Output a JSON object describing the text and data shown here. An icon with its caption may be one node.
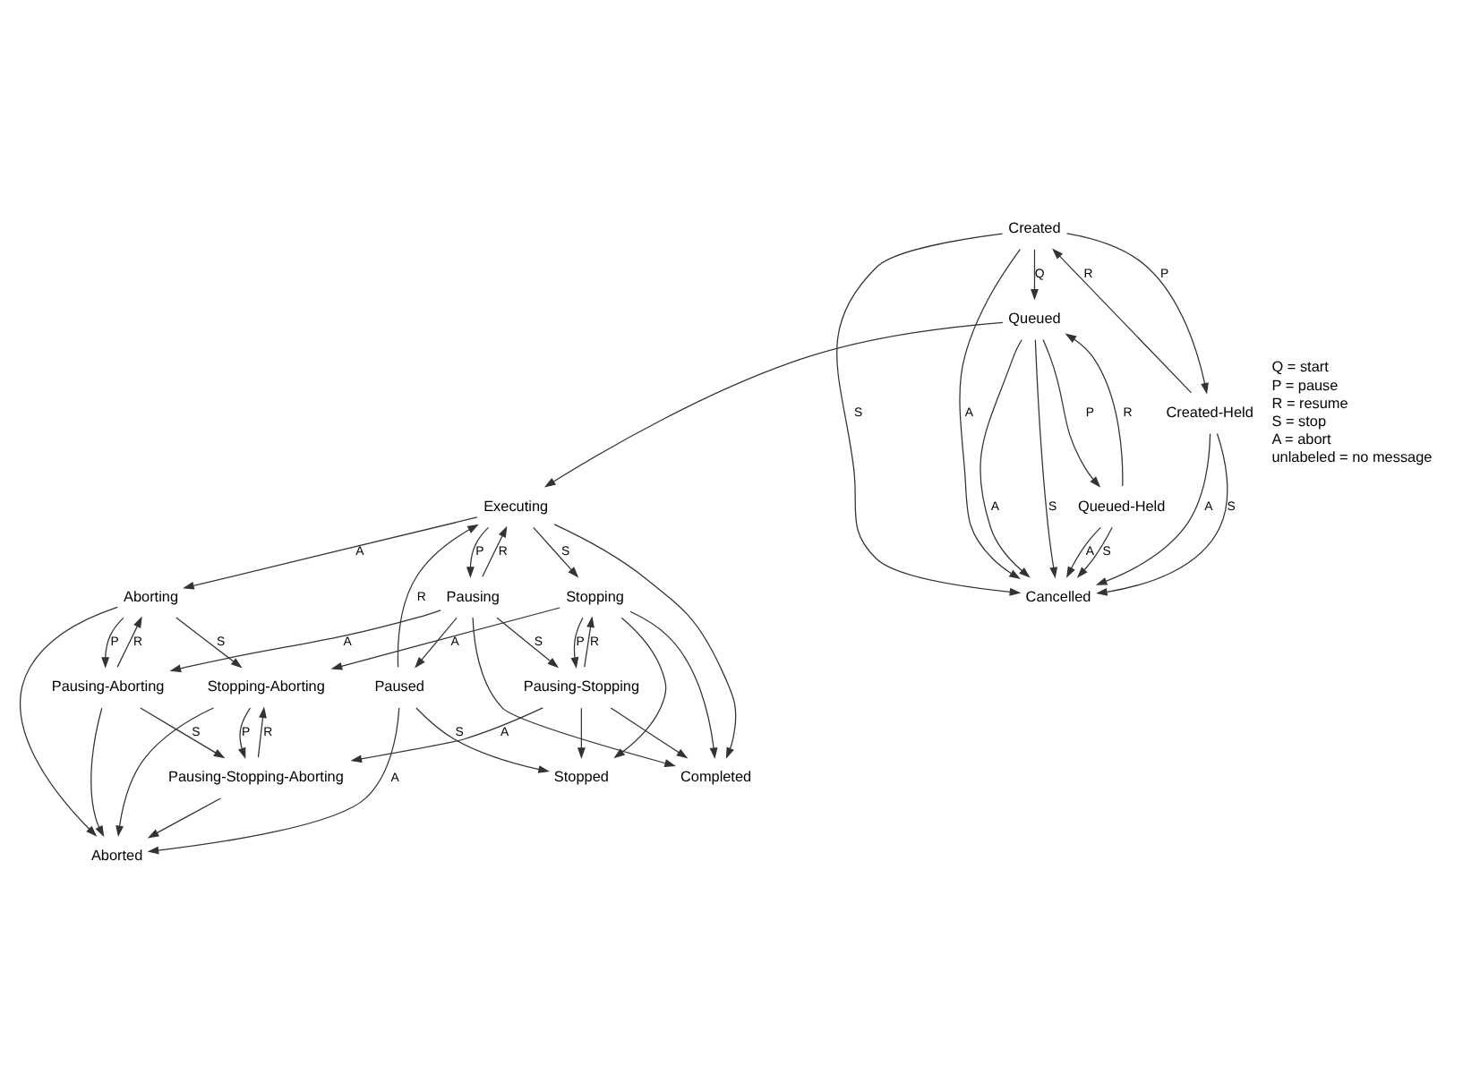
{
  "diagram": {
    "nodes": [
      {
        "text": [
          "Created"
        ]
      },
      {
        "text": [
          "Created-Held"
        ]
      },
      {
        "text": [
          "Queued"
        ]
      },
      {
        "text": [
          "Queued-Held"
        ]
      },
      {
        "text": [
          "Cancelled"
        ]
      },
      {
        "text": [
          "Executing"
        ]
      },
      {
        "text": [
          "Paused"
        ]
      },
      {
        "text": [
          "Aborting"
        ]
      },
      {
        "text": [
          "Stopping"
        ]
      },
      {
        "text": [
          "Pausing"
        ]
      },
      {
        "text": [
          "Stopping-Aborting"
        ]
      },
      {
        "text": [
          "Pausing-Aborting"
        ]
      },
      {
        "text": [
          "Pausing-Stopping"
        ]
      },
      {
        "text": [
          "Completed"
        ]
      },
      {
        "text": [
          "Aborted"
        ]
      },
      {
        "text": [
          "Pausing-Stopping-Aborting"
        ]
      },
      {
        "text": [
          "Stopped"
        ]
      }
    ],
    "edges": [
      {
        "from": 0,
        "to": 1,
        "arrow": "to",
        "label": "P"
      },
      {
        "from": 1,
        "to": 0,
        "arrow": "to",
        "label": "R"
      },
      {
        "from": 0,
        "to": 4,
        "arrow": "to",
        "label": "S"
      },
      {
        "from": 0,
        "to": 4,
        "arrow": "to",
        "label": "A"
      },
      {
        "from": 0,
        "to": 2,
        "arrow": "to",
        "label": "Q"
      },
      {
        "from": 1,
        "to": 4,
        "arrow": "to",
        "label": "A"
      },
      {
        "from": 1,
        "to": 4,
        "arrow": "to",
        "label": "S"
      },
      {
        "from": 2,
        "to": 3,
        "arrow": "to",
        "label": "P"
      },
      {
        "from": 3,
        "to": 2,
        "arrow": "to",
        "label": "R"
      },
      {
        "from": 2,
        "to": 4,
        "arrow": "to",
        "label": "A"
      },
      {
        "from": 2,
        "to": 4,
        "arrow": "to",
        "label": "S"
      },
      {
        "from": 3,
        "to": 4,
        "arrow": "to",
        "label": "A"
      },
      {
        "from": 3,
        "to": 4,
        "arrow": "to",
        "label": "S"
      },
      {
        "from": 2,
        "to": 5,
        "arrow": "to"
      },
      {
        "from": 5,
        "to": 7,
        "arrow": "to",
        "label": "A"
      },
      {
        "from": 5,
        "to": 8,
        "arrow": "to",
        "label": "S"
      },
      {
        "from": 5,
        "to": 9,
        "arrow": "to",
        "label": "P"
      },
      {
        "from": 9,
        "to": 5,
        "arrow": "to",
        "label": "R"
      },
      {
        "from": 6,
        "to": 5,
        "arrow": "to",
        "label": "R"
      },
      {
        "from": 5,
        "to": 13,
        "arrow": "to"
      },
      {
        "from": 6,
        "to": 14,
        "arrow": "to",
        "label": "A"
      },
      {
        "from": 6,
        "to": 16,
        "arrow": "to",
        "label": "S"
      },
      {
        "from": 9,
        "to": 6,
        "arrow": "to"
      },
      {
        "from": 9,
        "to": 13,
        "arrow": "to"
      },
      {
        "from": 9,
        "to": 11,
        "arrow": "to",
        "label": "A"
      },
      {
        "from": 9,
        "to": 12,
        "arrow": "to",
        "label": "S"
      },
      {
        "from": 7,
        "to": 14,
        "arrow": "to"
      },
      {
        "from": 7,
        "to": 10,
        "arrow": "to",
        "label": "S"
      },
      {
        "from": 7,
        "to": 11,
        "arrow": "to",
        "label": "P"
      },
      {
        "from": 11,
        "to": 7,
        "arrow": "to",
        "label": "R"
      },
      {
        "from": 8,
        "to": 10,
        "arrow": "to",
        "label": "A"
      },
      {
        "from": 8,
        "to": 12,
        "arrow": "to",
        "label": "P"
      },
      {
        "from": 12,
        "to": 8,
        "arrow": "to",
        "label": "R"
      },
      {
        "from": 8,
        "to": 13,
        "arrow": "to"
      },
      {
        "from": 8,
        "to": 16,
        "arrow": "to"
      },
      {
        "from": 10,
        "to": 14,
        "arrow": "to"
      },
      {
        "from": 10,
        "to": 15,
        "arrow": "to",
        "label": "P"
      },
      {
        "from": 15,
        "to": 10,
        "arrow": "to",
        "label": "R"
      },
      {
        "from": 11,
        "to": 14,
        "arrow": "to"
      },
      {
        "from": 11,
        "to": 15,
        "arrow": "to",
        "label": "S"
      },
      {
        "from": 12,
        "to": 15,
        "arrow": "to",
        "label": "A"
      },
      {
        "from": 12,
        "to": 13,
        "arrow": "to"
      },
      {
        "from": 12,
        "to": 16,
        "arrow": "to"
      },
      {
        "from": 15,
        "to": 14,
        "arrow": "to"
      }
    ],
    "labels": [
      "Q = start",
      "P = pause",
      "R = resume",
      "S = stop",
      "A = abort",
      "unlabeled = no message"
    ]
  }
}
